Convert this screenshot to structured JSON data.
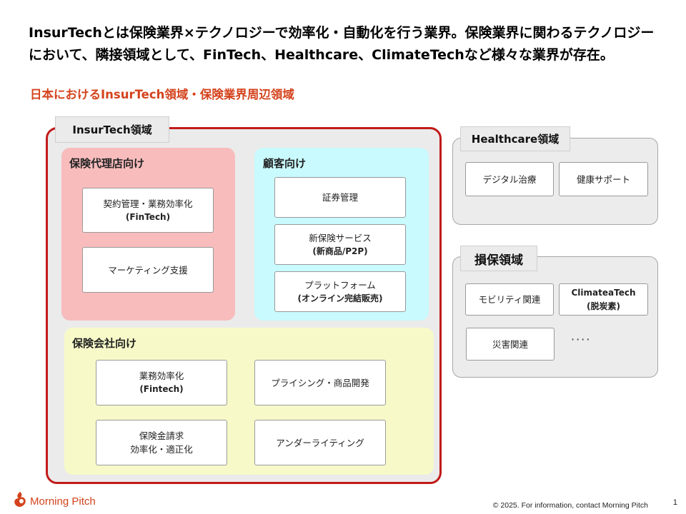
{
  "headline": "InsurTechとは保険業界×テクノロジーで効率化・自動化を行う業界。保険業界に関わるテクノロジーにおいて、隣接領域として、FinTech、Healthcare、ClimateTechなど様々な業界が存在。",
  "subtitle": "日本におけるInsurTech領域・保険業界周辺領域",
  "insurtech": {
    "tag": "InsurTech領域",
    "agency": {
      "title": "保険代理店向け",
      "items": [
        {
          "line1": "契約管理・業務効率化",
          "line2": "(FinTech)"
        },
        {
          "line1": "マーケティング支援",
          "line2": ""
        }
      ]
    },
    "customer": {
      "title": "顧客向け",
      "items": [
        {
          "line1": "証券管理",
          "line2": ""
        },
        {
          "line1": "新保険サービス",
          "line2": "(新商品/P2P)"
        },
        {
          "line1": "プラットフォーム",
          "line2": "(オンライン完結販売)"
        }
      ]
    },
    "insurer": {
      "title": "保険会社向け",
      "items": [
        {
          "line1": "業務効率化",
          "line2": "(Fintech)"
        },
        {
          "line1": "プライシング・商品開発",
          "line2": ""
        },
        {
          "line1": "保険金請求",
          "line2": "効率化・適正化"
        },
        {
          "line1": "アンダーライティング",
          "line2": ""
        }
      ]
    }
  },
  "healthcare": {
    "tag": "Healthcare領域",
    "items": [
      {
        "line1": "デジタル治療"
      },
      {
        "line1": "健康サポート"
      }
    ]
  },
  "sonpo": {
    "tag": "損保領域",
    "items": [
      {
        "line1": "モビリティ関連",
        "line2": ""
      },
      {
        "line1": "ClimateaTech",
        "line2": "(脱炭素)"
      },
      {
        "line1": "災害関連",
        "line2": ""
      }
    ],
    "more": "····"
  },
  "footer": {
    "brand": "Morning Pitch",
    "copyright": "© 2025. For information, contact Morning Pitch",
    "page": "1"
  },
  "colors": {
    "accent": "#d4431d",
    "insurtech_border": "#c21a1a",
    "agency_bg": "#f8bcbc",
    "customer_bg": "#c9fafd",
    "insurer_bg": "#f7fac8"
  }
}
